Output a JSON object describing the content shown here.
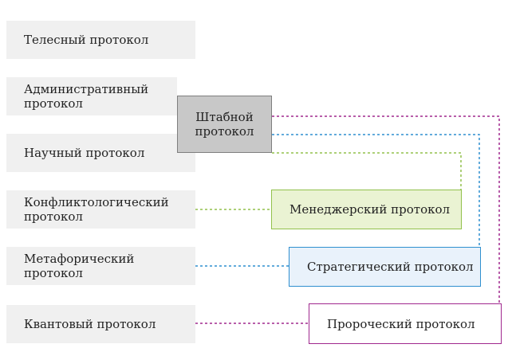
{
  "left_protocols": [
    {
      "id": "body",
      "label": "Телесный протокол"
    },
    {
      "id": "admin",
      "label": "Административный протокол"
    },
    {
      "id": "science",
      "label": "Научный протокол"
    },
    {
      "id": "conflict",
      "label": "Конфликтологический протокол"
    },
    {
      "id": "metaphor",
      "label": "Метафорический протокол"
    },
    {
      "id": "quantum",
      "label": "Квантовый протокол"
    }
  ],
  "right_protocols": [
    {
      "id": "staff",
      "label": "Штабной протокол",
      "color": "#7f7f7f"
    },
    {
      "id": "manager",
      "label": "Менеджерский протокол",
      "color": "#92c14b"
    },
    {
      "id": "strategic",
      "label": "Стратегический протокол",
      "color": "#2f8fcf"
    },
    {
      "id": "prophetic",
      "label": "Пророческий протокол",
      "color": "#a0288e"
    }
  ]
}
